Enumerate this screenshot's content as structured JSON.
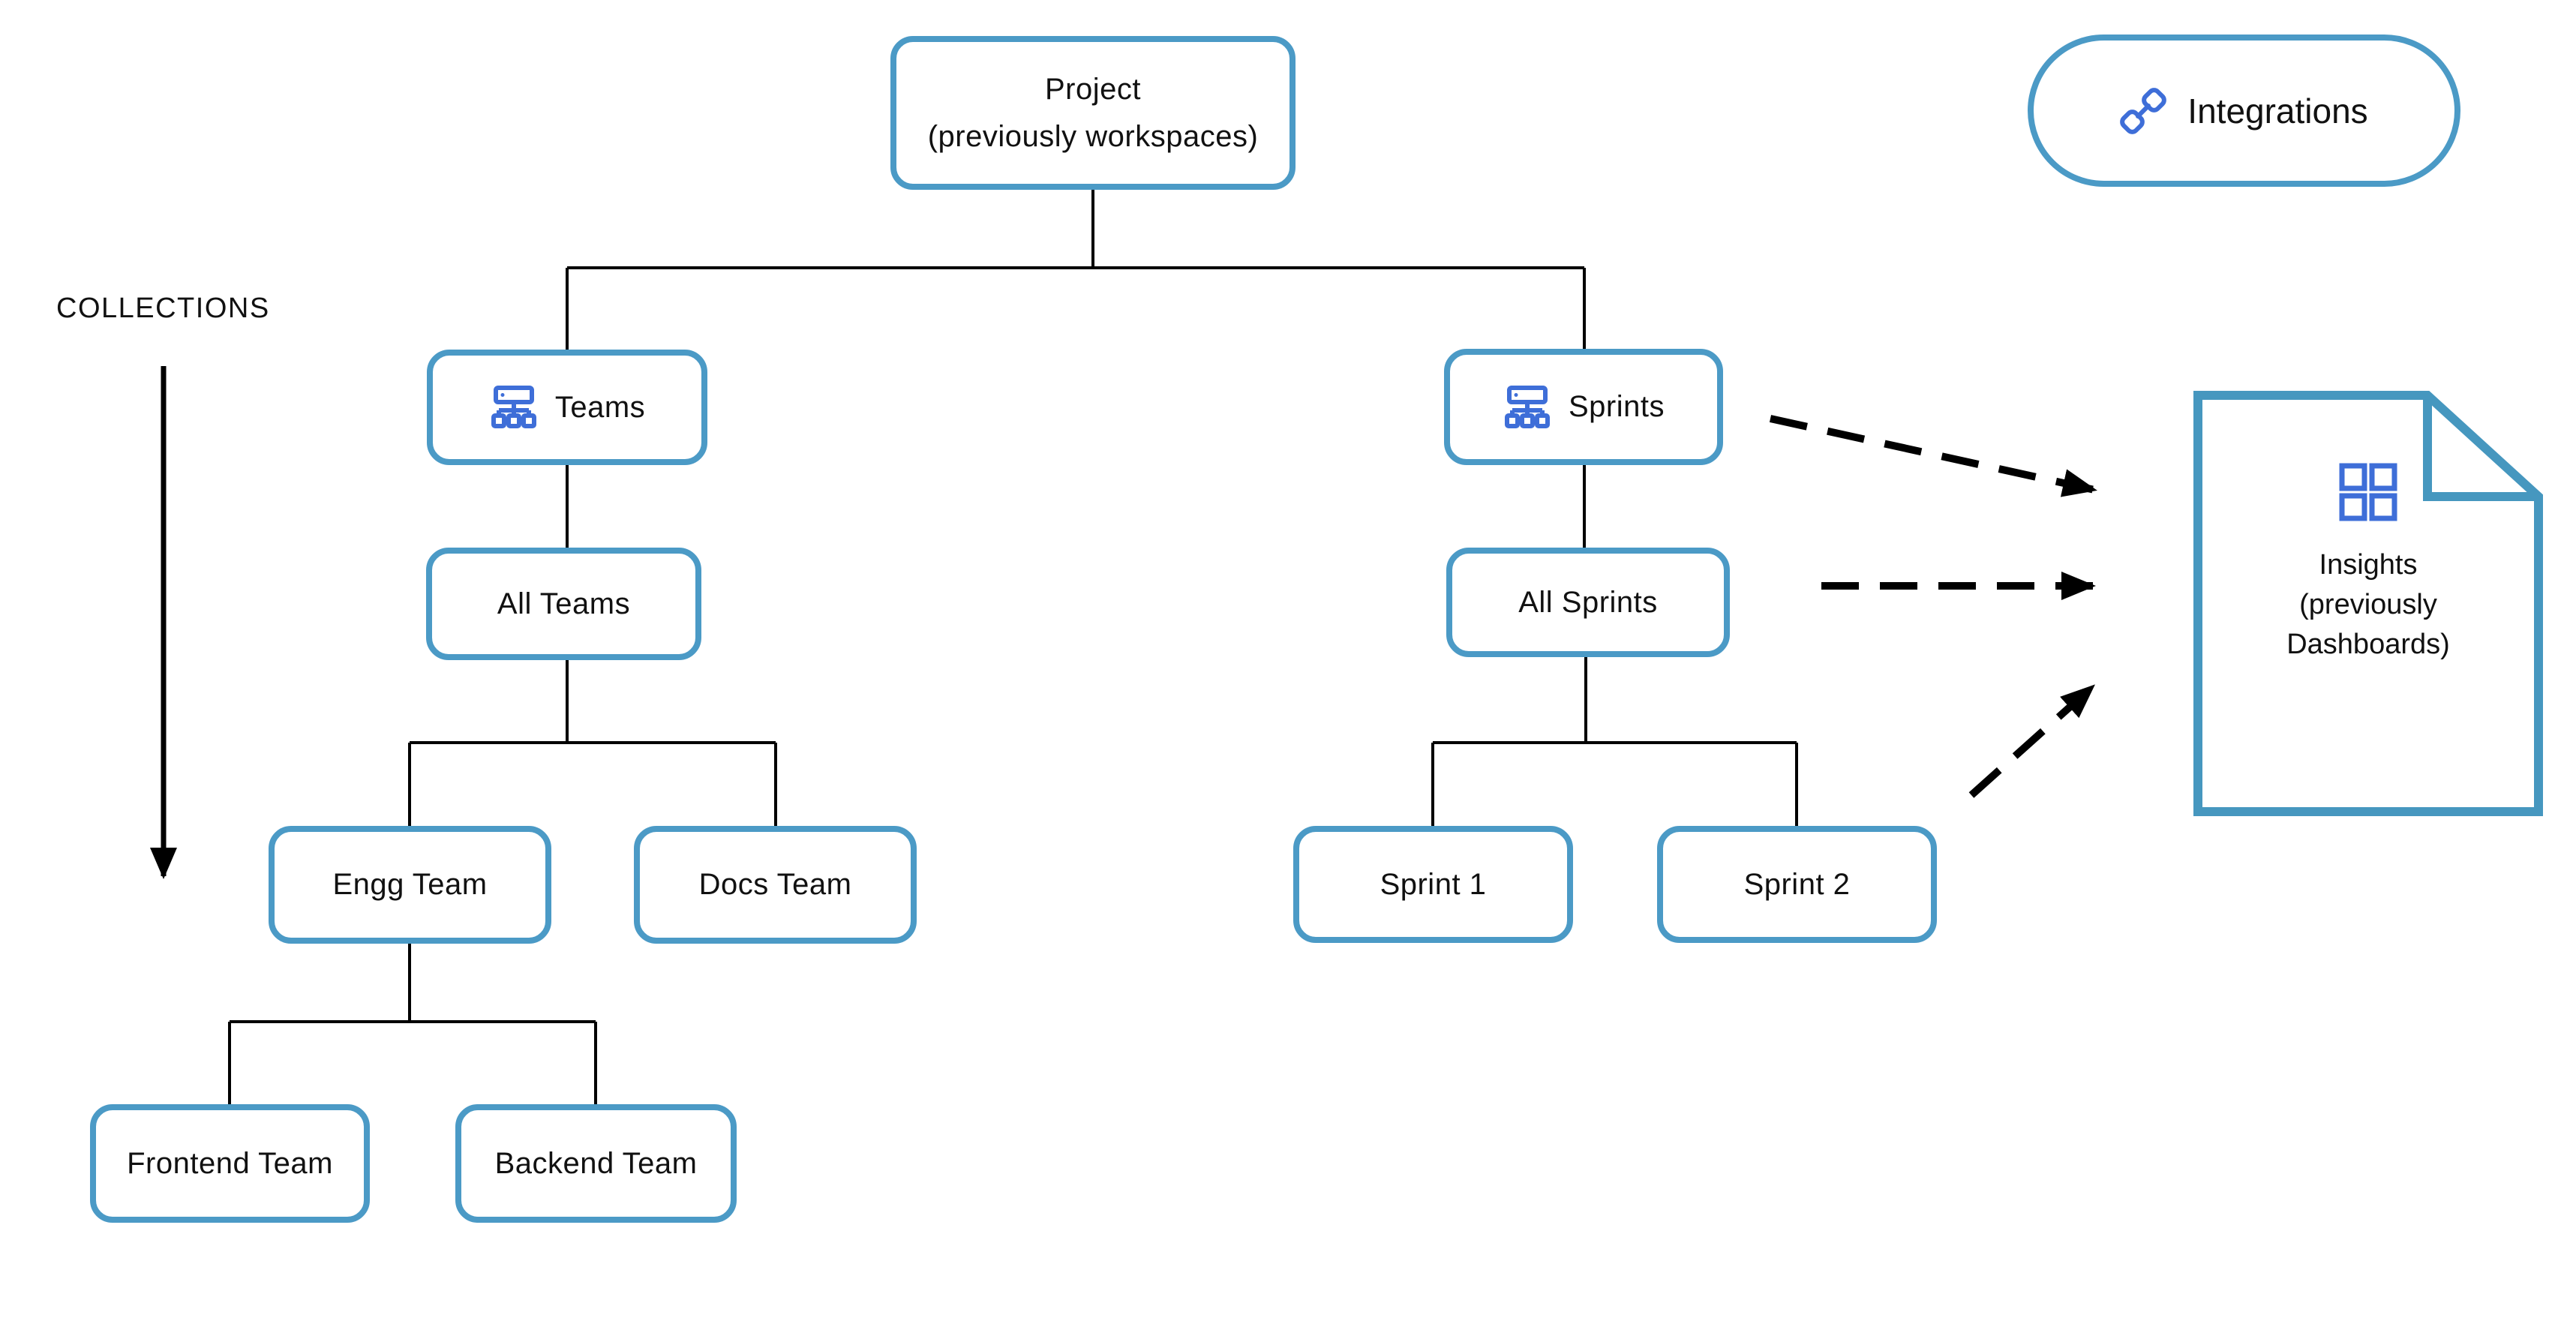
{
  "colors": {
    "node_border": "#4B9AC6",
    "doc_border": "#4697BF",
    "icon_blue": "#3E6ED8",
    "line_black": "#000000"
  },
  "collections": {
    "label": "COLLECTIONS"
  },
  "integrations": {
    "label": "Integrations"
  },
  "project": {
    "line1": "Project",
    "line2": "(previously workspaces)"
  },
  "nodes": {
    "teams": "Teams",
    "sprints": "Sprints",
    "all_teams": "All Teams",
    "all_sprints": "All Sprints",
    "engg_team": "Engg Team",
    "docs_team": "Docs Team",
    "frontend_team": "Frontend Team",
    "backend_team": "Backend Team",
    "sprint1": "Sprint 1",
    "sprint2": "Sprint 2"
  },
  "insights": {
    "line1": "Insights",
    "line2": "(previously",
    "line3": "Dashboards)"
  },
  "icons": {
    "teams": "sitemap-icon",
    "sprints": "sitemap-icon",
    "integrations": "link-plug-icon",
    "insights": "dashboard-grid-icon"
  }
}
